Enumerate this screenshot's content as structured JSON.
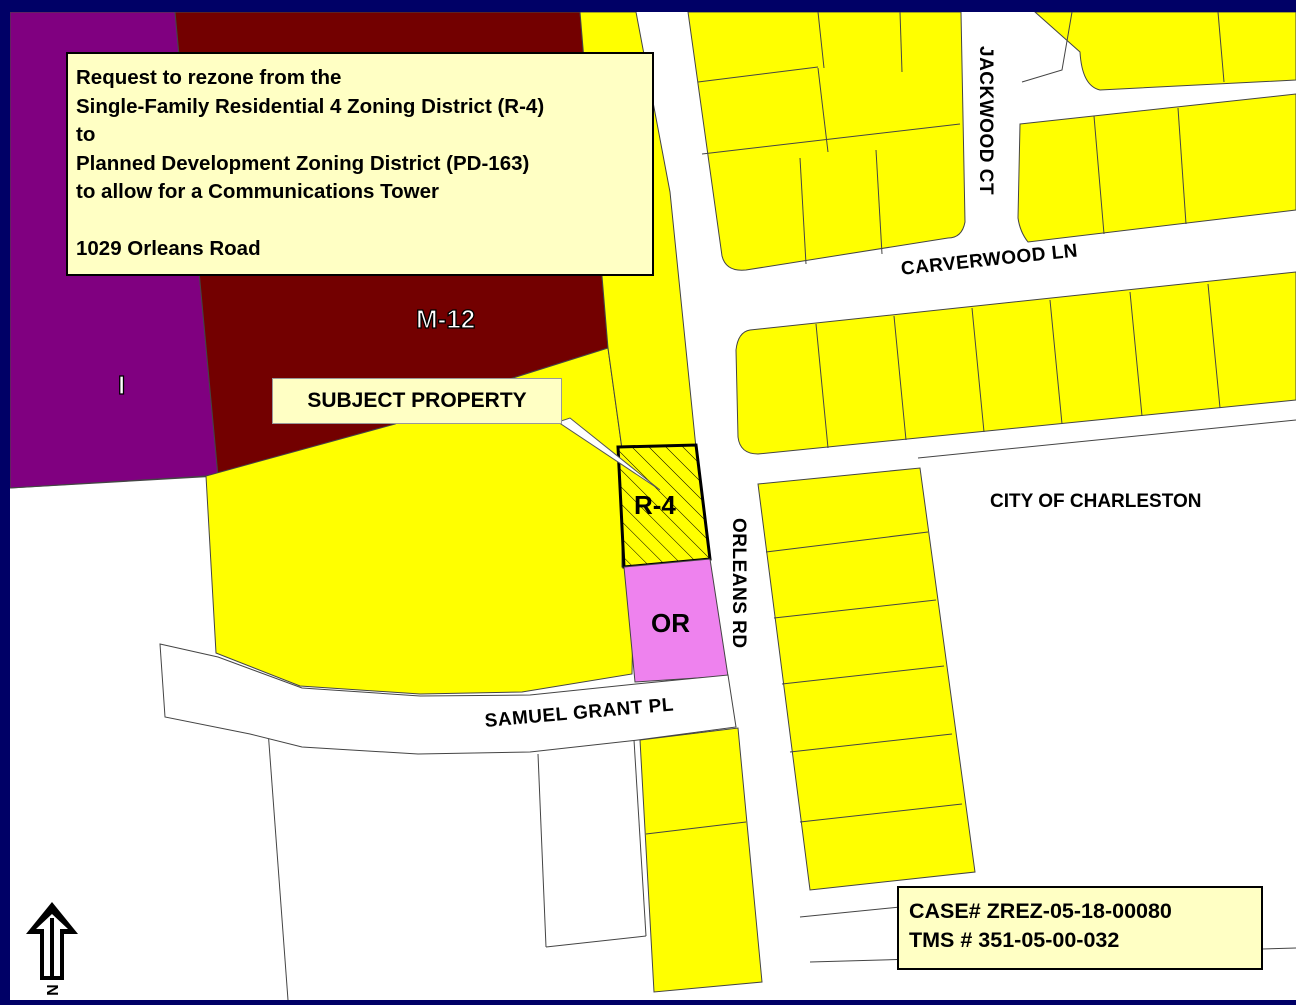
{
  "request_box": {
    "lines": [
      "Request to rezone from the",
      "Single-Family Residential 4 Zoning District (R-4)",
      "to",
      "Planned Development Zoning District (PD-163)",
      "to allow for a Communications Tower",
      "",
      "1029 Orleans Road"
    ]
  },
  "callout": {
    "label": "SUBJECT PROPERTY"
  },
  "zones": {
    "industrial": "I",
    "m12": "M-12",
    "subject": "R-4",
    "office": "OR",
    "city": "CITY OF CHARLESTON"
  },
  "streets": {
    "orleans": "ORLEANS RD",
    "carverwood": "CARVERWOOD LN",
    "jackwood": "JACKWOOD CT",
    "samuel_grant": "SAMUEL GRANT PL"
  },
  "case_box": {
    "case": "CASE# ZREZ-05-18-00080",
    "tms": "TMS # 351-05-00-032"
  },
  "north_arrow": {
    "letter": "N",
    "icon": "north-arrow-icon"
  },
  "colors": {
    "frame": "#000066",
    "residential": "#ffff00",
    "industrial": "#800080",
    "m12": "#730000",
    "office": "#ee82ee",
    "label_box": "#ffffc4"
  }
}
